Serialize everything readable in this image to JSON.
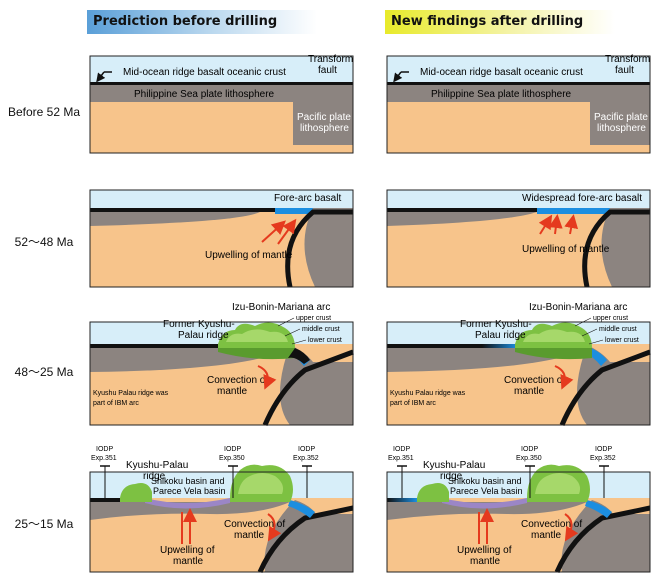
{
  "headers": {
    "left": "Prediction before drilling",
    "right": "New findings after drilling"
  },
  "rows": [
    "Before 52 Ma",
    "52〜48 Ma",
    "48〜25 Ma",
    "25〜15 Ma"
  ],
  "row1": {
    "crust": "Mid-ocean ridge basalt oceanic crust",
    "fault_line1": "Transform",
    "fault_line2": "fault",
    "litho": "Philippine Sea plate lithosphere",
    "pacific_line1": "Pacific plate",
    "pacific_line2": "lithosphere"
  },
  "row2": {
    "forearc_left": "Fore-arc basalt",
    "forearc_right": "Widespread fore-arc basalt",
    "upwelling": "Upwelling of mantle"
  },
  "row3": {
    "arc": "Izu-Bonin-Mariana arc",
    "former_line1": "Former Kyushu-",
    "former_line2": "Palau ridge",
    "upper": "upper crust",
    "middle": "middle crust",
    "lower": "lower crust",
    "convection_line1": "Convection of",
    "convection_line2": "mantle",
    "note_line1": "Kyushu Palau ridge was",
    "note_line2": "part of IBM arc"
  },
  "row4": {
    "iodp": "IODP",
    "exp351": "Exp.351",
    "exp350": "Exp.350",
    "exp352": "Exp.352",
    "kp_line1": "Kyushu-Palau",
    "kp_line2": "ridge",
    "basin_line1": "Shikoku basin and",
    "basin_line2": "Parece Vela basin",
    "upw_line1": "Upwelling of",
    "upw_line2": "mantle",
    "conv_line1": "Convection of",
    "conv_line2": "mantle"
  },
  "colors": {
    "ocean": "#d7eef9",
    "mantle": "#f7c48b",
    "lithosphere": "#8c8480",
    "crust": "#111111",
    "forearc_basalt": "#1c8ee0",
    "arc_crust": "#7dc142",
    "arrow": "#e53a1e",
    "basin": "#9b86c6"
  }
}
